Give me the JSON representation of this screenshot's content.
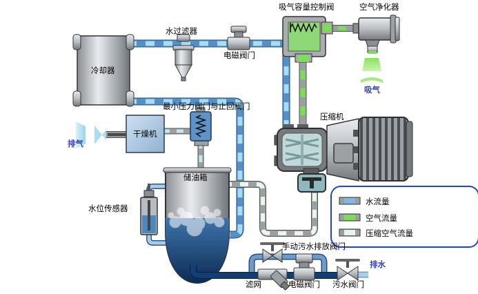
{
  "diagram": {
    "components": {
      "suction_control_valve": {
        "label": "吸气容量控制阀"
      },
      "air_purifier": {
        "label": "空气净化器"
      },
      "air_intake": {
        "label": "吸气"
      },
      "water_filter": {
        "label": "水过滤器"
      },
      "solenoid_valve_top": {
        "label": "电磁阀门"
      },
      "cooler": {
        "label": "冷却器"
      },
      "min_pressure_check_valve": {
        "label": "最小压力阀门与止回阀门"
      },
      "compressor": {
        "label": "压缩机"
      },
      "dryer": {
        "label": "干燥机"
      },
      "air_exhaust": {
        "label": "排气"
      },
      "oil_tank": {
        "label": "储油箱"
      },
      "water_level_sensor": {
        "label": "水位传感器"
      },
      "manual_sewage_drain_valve": {
        "label": "手动污水排放阀门"
      },
      "strainer": {
        "label": "滤网"
      },
      "solenoid_valve_bottom": {
        "label": "电磁阀门"
      },
      "sewage_valve": {
        "label": "污水阀门"
      },
      "water_drain": {
        "label": "排水"
      }
    },
    "legend": {
      "items": [
        {
          "name": "water-flow",
          "label": "水流量",
          "color": "#7FB8E8"
        },
        {
          "name": "air-flow",
          "label": "空气流量",
          "color": "#7CDE54"
        },
        {
          "name": "compressed-air-flow",
          "label": "压缩空气流量",
          "color": "#E6F5E4"
        }
      ]
    },
    "colors": {
      "water_pipe_body": "#5490C4",
      "water_pipe_dash": "#A9DCF2",
      "air_pipe_dash": "#7CDE54",
      "compressed_air_dash": "#E8F7E9",
      "drain_pipe": "#123E73",
      "blue_label": "#3340C8",
      "legend_border": "#2244CC"
    }
  }
}
